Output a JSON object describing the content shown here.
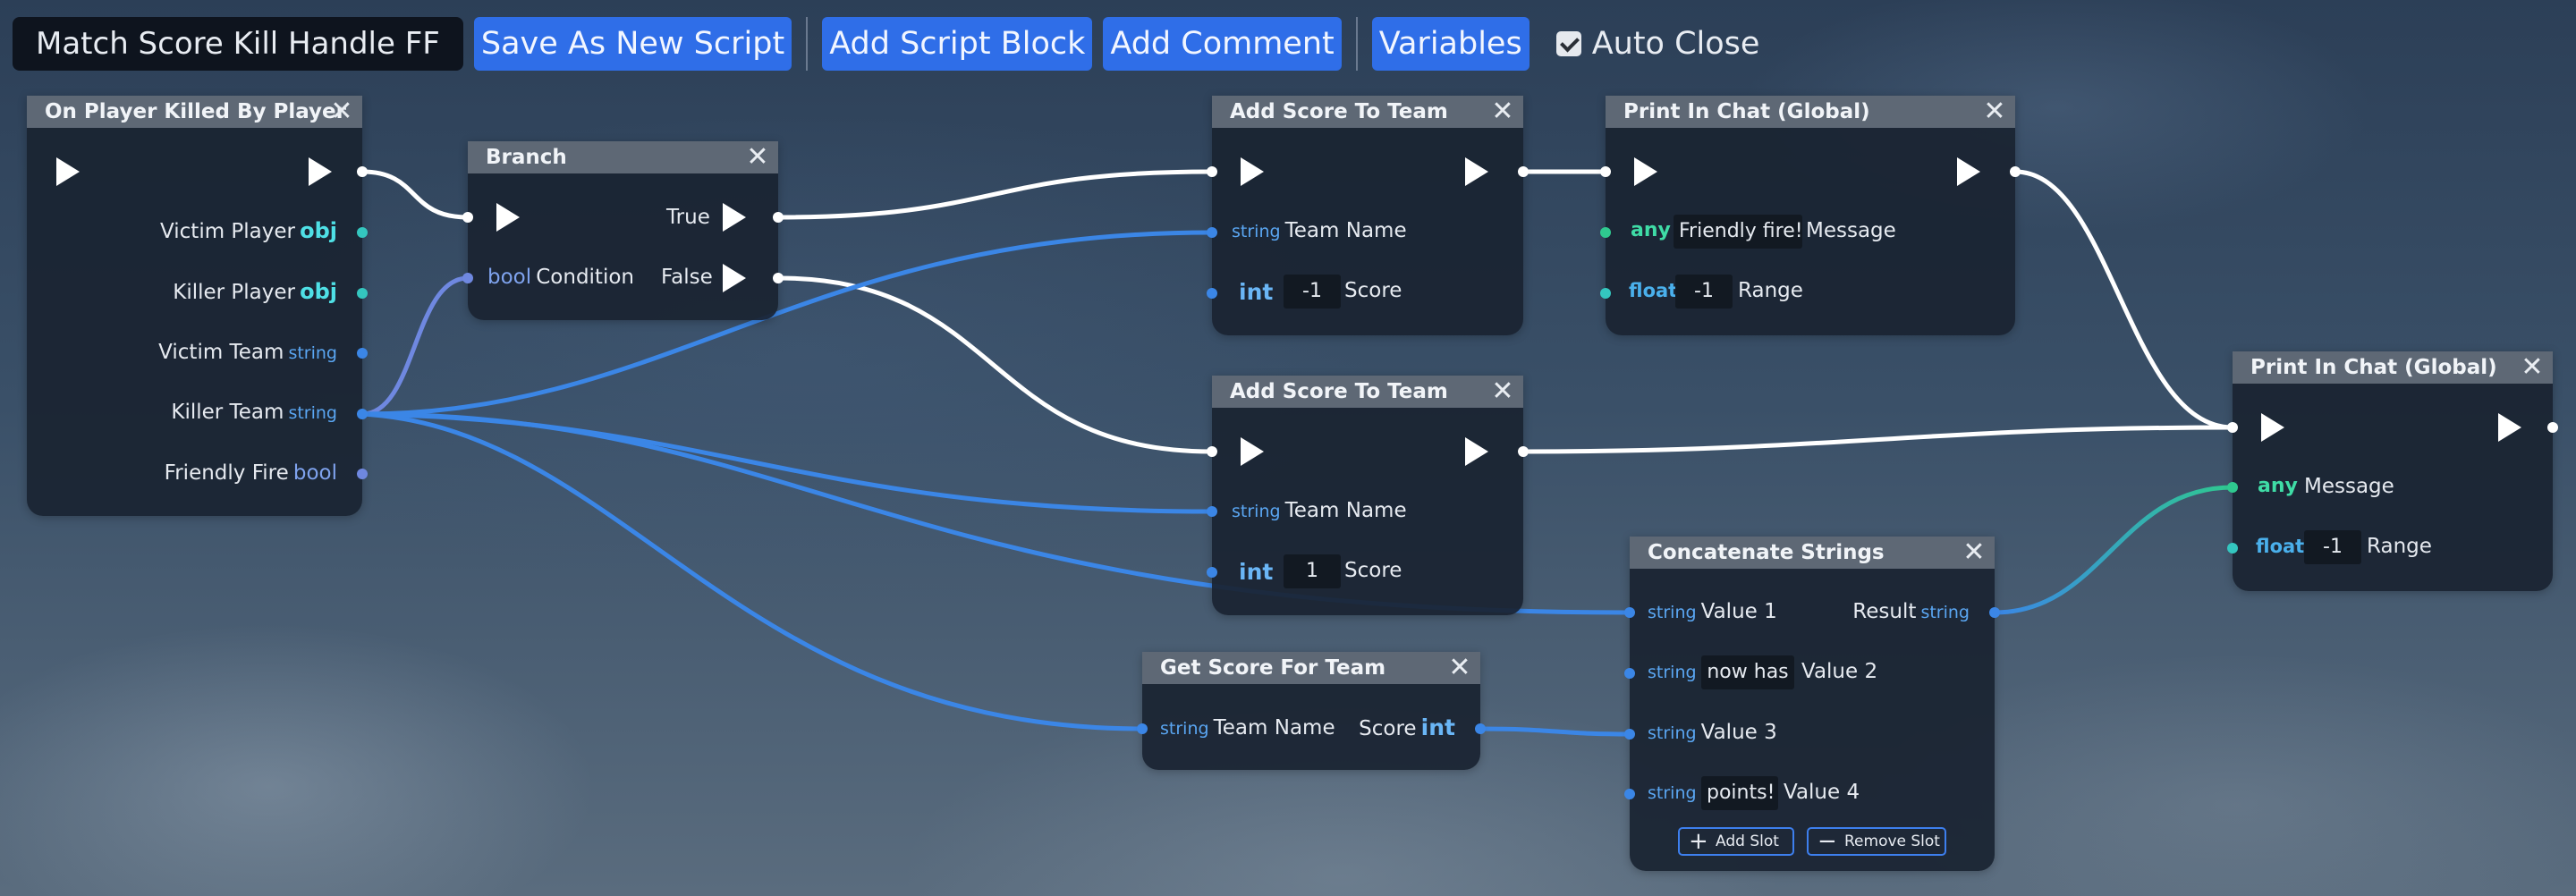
{
  "toolbar": {
    "script_name": "Match Score Kill Handle FF",
    "save_label": "Save As New Script",
    "add_block_label": "Add Script Block",
    "add_comment_label": "Add Comment",
    "variables_label": "Variables",
    "auto_close_label": "Auto Close",
    "auto_close_checked": true
  },
  "nodes": {
    "on_player_killed": {
      "title": "On Player Killed By Player",
      "outputs": [
        {
          "label": "Victim Player",
          "type": "obj"
        },
        {
          "label": "Killer Player",
          "type": "obj"
        },
        {
          "label": "Victim Team",
          "type": "string"
        },
        {
          "label": "Killer Team",
          "type": "string"
        },
        {
          "label": "Friendly Fire",
          "type": "bool"
        }
      ]
    },
    "branch": {
      "title": "Branch",
      "input_type": "bool",
      "input_label": "Condition",
      "true_label": "True",
      "false_label": "False"
    },
    "add_score_1": {
      "title": "Add Score To Team",
      "team_type": "string",
      "team_label": "Team Name",
      "score_type": "int",
      "score_value": "-1",
      "score_label": "Score"
    },
    "add_score_2": {
      "title": "Add Score To Team",
      "team_type": "string",
      "team_label": "Team Name",
      "score_type": "int",
      "score_value": "1",
      "score_label": "Score"
    },
    "print_chat_1": {
      "title": "Print In Chat (Global)",
      "msg_type": "any",
      "msg_value": "Friendly fire!",
      "msg_label": "Message",
      "range_type": "float",
      "range_value": "-1",
      "range_label": "Range"
    },
    "print_chat_2": {
      "title": "Print In Chat (Global)",
      "msg_type": "any",
      "msg_label": "Message",
      "range_type": "float",
      "range_value": "-1",
      "range_label": "Range"
    },
    "get_score": {
      "title": "Get Score For Team",
      "team_type": "string",
      "team_label": "Team Name",
      "score_label": "Score",
      "score_type": "int"
    },
    "concat": {
      "title": "Concatenate Strings",
      "v1_type": "string",
      "v1_label": "Value 1",
      "result_label": "Result",
      "result_type": "string",
      "v2_type": "string",
      "v2_value": "now has",
      "v2_label": "Value 2",
      "v3_type": "string",
      "v3_label": "Value 3",
      "v4_type": "string",
      "v4_value": "points!",
      "v4_label": "Value 4",
      "add_slot_label": "Add Slot",
      "remove_slot_label": "Remove Slot"
    }
  },
  "icons": {
    "close": "close-icon",
    "exec": "exec-arrow-icon",
    "add": "plus-icon",
    "remove": "minus-icon",
    "checkbox": "checkbox-checked-icon"
  },
  "colors": {
    "accent_button": "#2f6ee8",
    "exec_wire": "#ffffff",
    "data_wire": "#3b86e6",
    "bool_wire": "#6f88e0",
    "any_wire_start": "#2fc98f",
    "node_body": "#1a2332",
    "node_header": "#5e6875"
  }
}
